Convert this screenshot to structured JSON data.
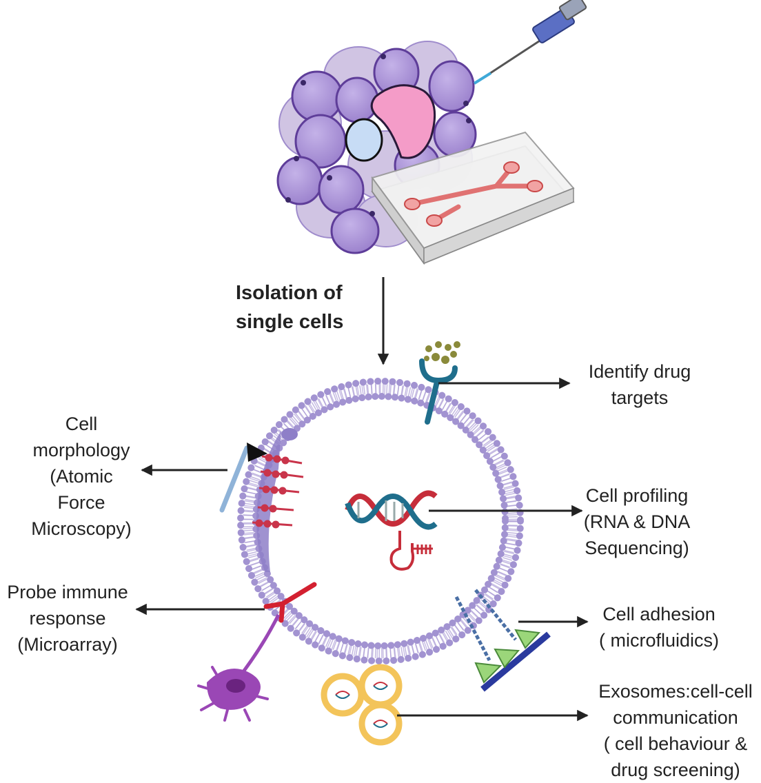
{
  "step_label": {
    "line1": "Isolation of",
    "line2": "single cells"
  },
  "outputs": {
    "drug_targets": {
      "line1": "Identify drug",
      "line2": "targets"
    },
    "morphology": {
      "line1": "Cell",
      "line2": "morphology",
      "line3": "(Atomic",
      "line4": "Force",
      "line5": "Microscopy)"
    },
    "profiling": {
      "line1": "Cell profiling",
      "line2": "(RNA & DNA",
      "line3": "Sequencing)"
    },
    "immune": {
      "line1": "Probe immune",
      "line2": "response",
      "line3": "(Microarray)"
    },
    "adhesion": {
      "line1": "Cell adhesion",
      "line2": "( microfluidics)"
    },
    "exosomes": {
      "line1": "Exosomes:cell-cell",
      "line2": "communication",
      "line3": "( cell behaviour &",
      "line4": "drug screening)"
    }
  },
  "colors": {
    "tissue_cell": "#a58fd0",
    "tissue_outline": "#5e3d99",
    "membrane": "#a99ad3",
    "receptor": "#1f6e8c",
    "dna_red": "#c62d3a",
    "dna_blue": "#1f6e8c",
    "exosome": "#f3c45a",
    "antibody": "#d32030",
    "chip": "#e06b6b",
    "arrow": "#222222"
  }
}
